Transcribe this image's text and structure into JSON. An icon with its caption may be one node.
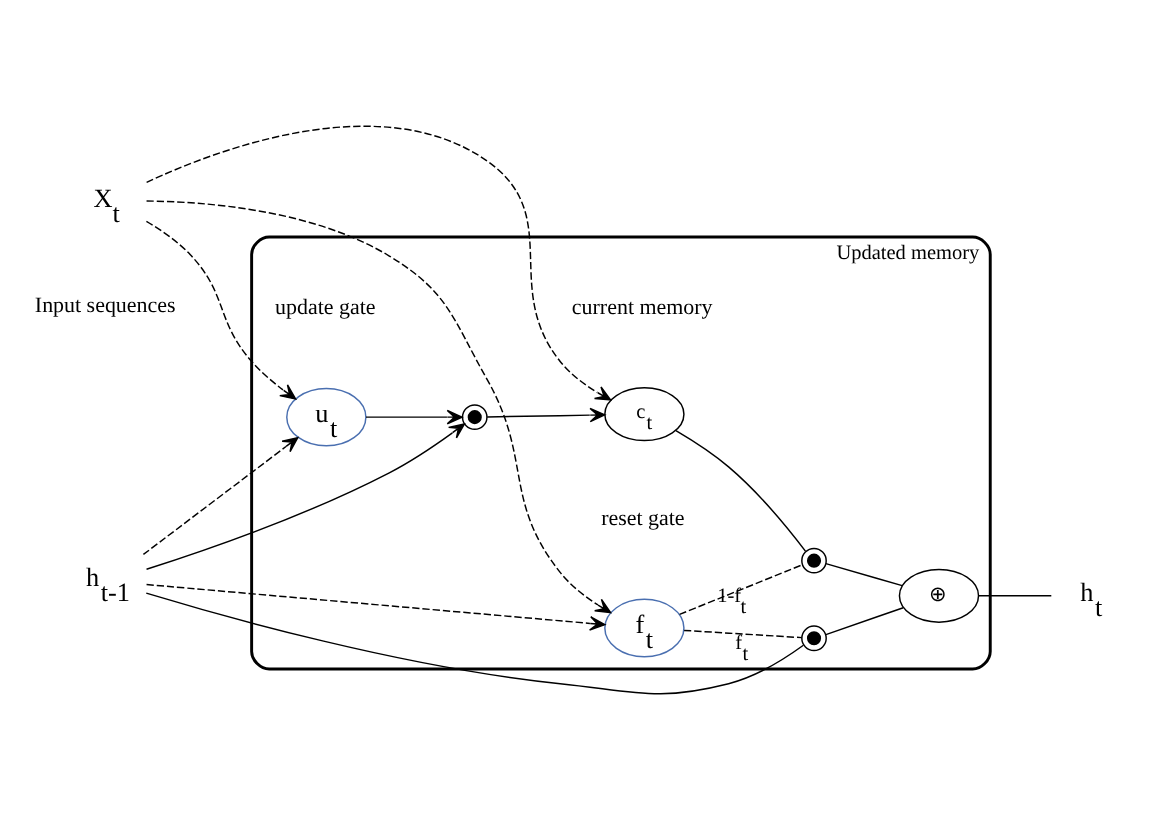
{
  "diagram": {
    "nodes": [
      {
        "text": [
          "Updated memory"
        ]
      },
      {
        "text": [
          "X$_{t}$"
        ],
        "beside": [
          "Input sequences"
        ]
      },
      {
        "text": [
          "u$_{t}$"
        ],
        "in": 0,
        "beside": [
          "update gate"
        ]
      },
      {
        "text": [
          "f$_{t}$"
        ],
        "in": 0,
        "beside": [
          "reset gate"
        ]
      },
      {
        "text": [
          "h$_{t-1}$"
        ]
      },
      {
        "text": [],
        "shape": "circle",
        "in": 0
      },
      {
        "text": [
          "c$_{t}$"
        ],
        "in": 0,
        "beside": [
          "current memory"
        ]
      },
      {
        "text": [],
        "shape": "circle",
        "in": 0
      },
      {
        "text": [
          "⊕"
        ],
        "in": 0
      },
      {
        "text": [],
        "shape": "circle",
        "in": 0
      },
      {
        "text": [
          "h$_{t}$"
        ]
      }
    ],
    "edges": [
      {
        "from": 1,
        "to": 2,
        "arrow": "to",
        "style": "dashed"
      },
      {
        "from": 1,
        "to": 6,
        "arrow": "to",
        "style": "dashed"
      },
      {
        "from": 1,
        "to": 3,
        "arrow": "to",
        "style": "dashed"
      },
      {
        "from": 4,
        "to": 3,
        "arrow": "to",
        "style": "dashed"
      },
      {
        "from": 4,
        "to": 2,
        "arrow": "to",
        "style": "dashed"
      },
      {
        "from": 2,
        "to": 5,
        "arrow": "to"
      },
      {
        "from": 4,
        "to": 5,
        "arrow": "to"
      },
      {
        "from": 5,
        "to": 6,
        "arrow": "to"
      },
      {
        "from": 6,
        "to": 7,
        "arrow": "none"
      },
      {
        "from": 3,
        "to": 7,
        "arrow": "none",
        "style": "dashed",
        "label": "1-f$_{t}$"
      },
      {
        "from": 3,
        "to": 9,
        "arrow": "none",
        "style": "dashed",
        "label": "f$_{t}$"
      },
      {
        "from": 4,
        "to": 9,
        "arrow": "none"
      },
      {
        "from": 7,
        "to": 8,
        "arrow": "none"
      },
      {
        "from": 9,
        "to": 8,
        "arrow": "none"
      },
      {
        "from": 8,
        "to": 10,
        "arrow": "none"
      }
    ]
  }
}
